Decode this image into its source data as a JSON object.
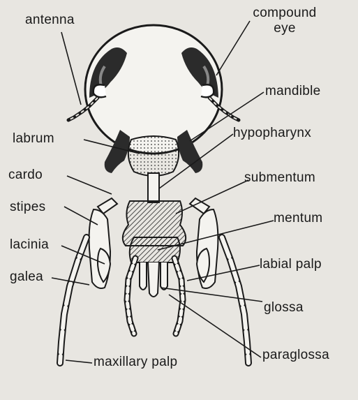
{
  "labels": {
    "antenna": "antenna",
    "compound_eye_1": "compound",
    "compound_eye_2": "eye",
    "mandible": "mandible",
    "labrum": "labrum",
    "hypopharynx": "hypopharynx",
    "cardo": "cardo",
    "submentum": "submentum",
    "stipes": "stipes",
    "mentum": "mentum",
    "lacinia": "lacinia",
    "labial_palp": "labial palp",
    "galea": "galea",
    "glossa": "glossa",
    "paraglossa": "paraglossa",
    "maxillary_palp": "maxillary palp"
  },
  "colors": {
    "ink": "#1a1a1a",
    "paper": "#e8e6e1"
  }
}
